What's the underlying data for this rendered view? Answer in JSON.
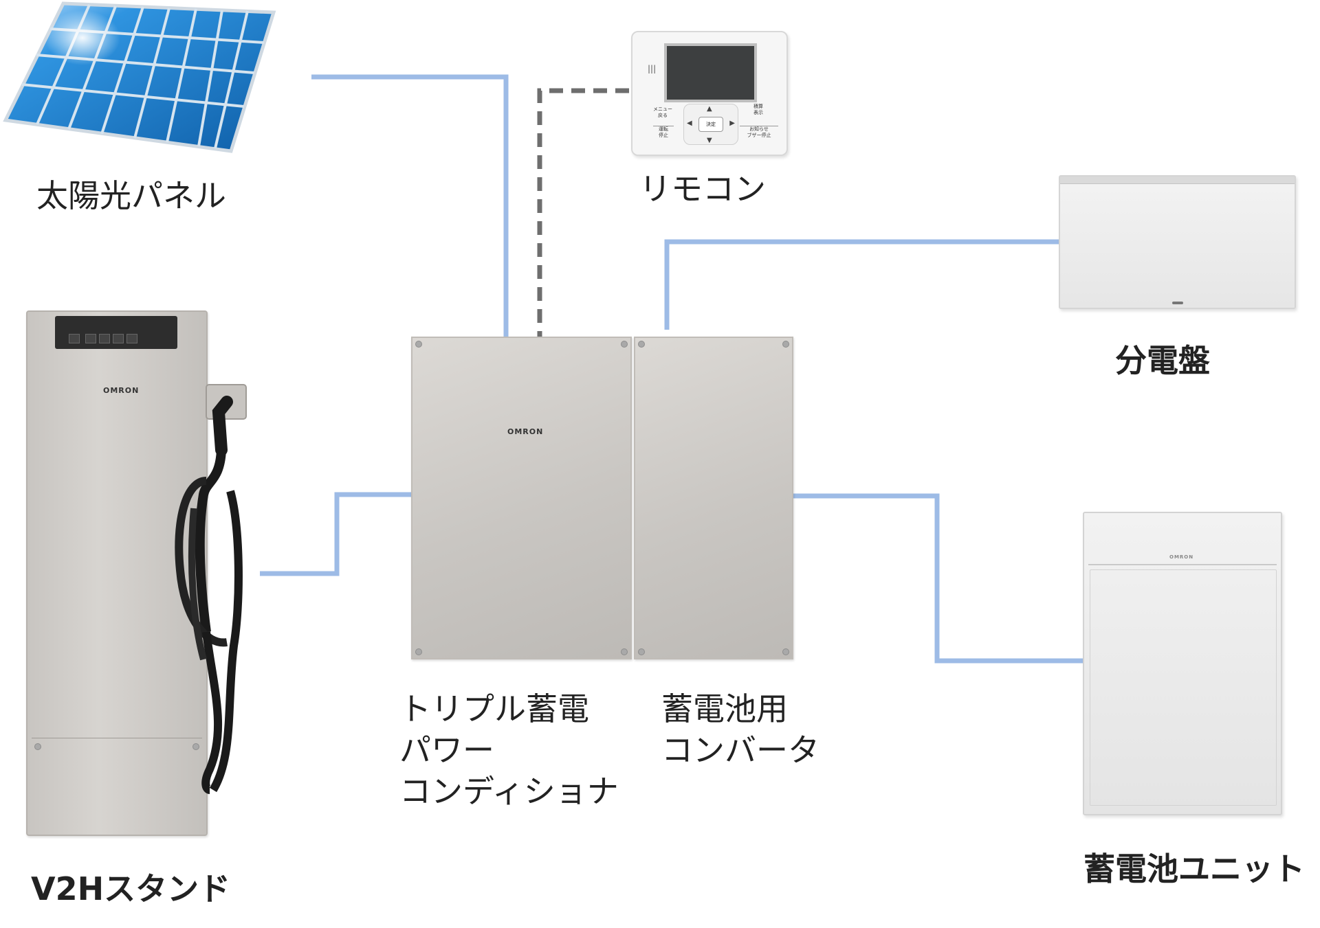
{
  "labels": {
    "solar_panel": "太陽光パネル",
    "remote": "リモコン",
    "distribution_board": "分電盤",
    "v2h_stand": "V2Hスタンド",
    "power_conditioner": [
      "トリプル蓄電",
      "パワー",
      "コンディショナ"
    ],
    "battery_converter": [
      "蓄電池用",
      "コンバータ"
    ],
    "battery_unit": "蓄電池ユニット"
  },
  "brand": {
    "logo_text": "OMRON"
  },
  "remote_buttons": {
    "menu": [
      "メニュー",
      "戻る"
    ],
    "run": [
      "運転",
      "停止"
    ],
    "ok": "決定",
    "total": [
      "積算",
      "表示"
    ],
    "notice": [
      "お知らせ",
      "ブザー停止"
    ]
  },
  "colors": {
    "power_line": "#9dbbe6",
    "signal_line": "#6e6e6e",
    "device_body": "#c9c6c2",
    "solar_cell": "#1f86d6"
  }
}
